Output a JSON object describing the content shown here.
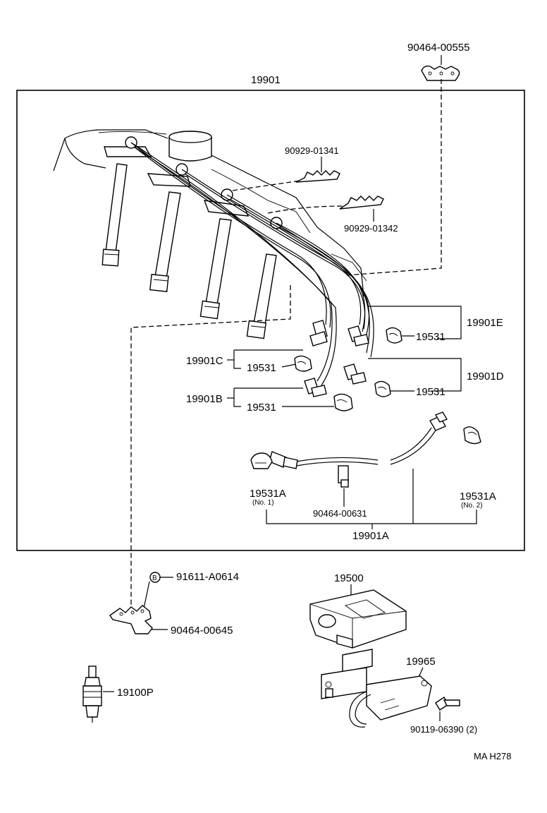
{
  "diagram": {
    "labels": {
      "assembly": "19901",
      "clamp_top": "90464-00555",
      "clamp_a": "90929-01341",
      "clamp_b": "90929-01342",
      "cord_e": "19901E",
      "cord_d": "19901D",
      "cord_c": "19901C",
      "cord_b": "19901B",
      "cord_a": "19901A",
      "boot_e": "19531",
      "boot_d": "19531",
      "boot_c": "19531",
      "boot_b": "19531",
      "boot_a1": "19531A",
      "boot_a1_note": "(No. 1)",
      "boot_a2": "19531A",
      "boot_a2_note": "(No. 2)",
      "clamp_cord_a": "90464-00631",
      "bolt_marker": "B",
      "bolt": "91611-A0614",
      "clamp_plug": "90464-00645",
      "spark_plug": "19100P",
      "coil": "19500",
      "bracket": "19965",
      "screw": "90119-06390 (2)",
      "figure_code": "MA H278"
    }
  }
}
